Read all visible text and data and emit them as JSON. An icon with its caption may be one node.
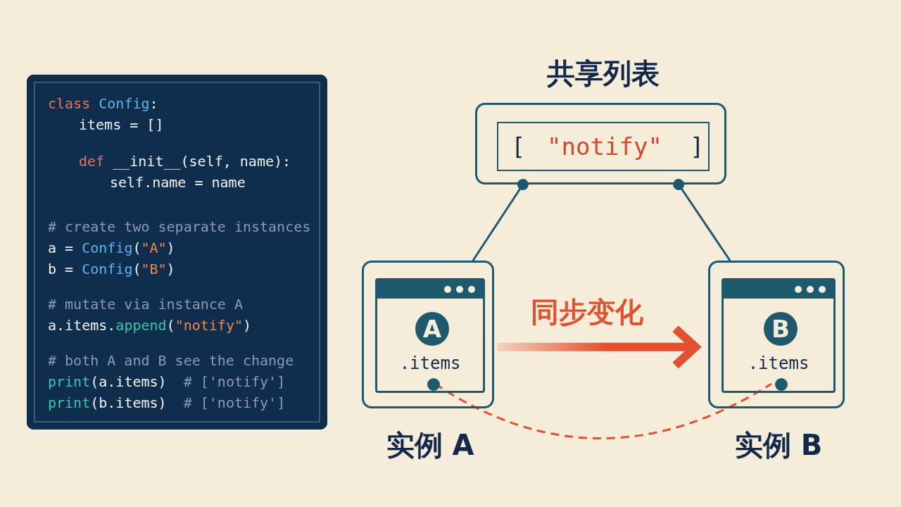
{
  "diagram": {
    "nodes": [
      {
        "text": [
          "class Config:",
          "items = []",
          "def __init__(self, name):",
          "self.name = name",
          "# create two separate instances",
          "a = Config(\"A\")",
          "b = Config(\"B\")",
          "# mutate via instance A",
          "a.items.append(\"notify\")",
          "# both A and B see the change",
          "print(a.items)  # ['notify']",
          "print(b.items)  # ['notify']"
        ]
      },
      {
        "text": [
          "共享列表"
        ]
      },
      {
        "text": [
          "[",
          "\"notify\"",
          "]"
        ],
        "in": 1
      },
      {
        "text": [
          "实例 A"
        ]
      },
      {
        "text": [
          ".items"
        ],
        "in": 3
      },
      {
        "text": [
          "A"
        ],
        "in": 4
      },
      {
        "text": [],
        "shape": "circle",
        "in": 4
      },
      {
        "text": [
          "实例 B"
        ]
      },
      {
        "text": [
          ".items"
        ],
        "in": 7
      },
      {
        "text": [
          "B"
        ],
        "in": 8
      },
      {
        "text": [],
        "shape": "circle",
        "in": 8
      }
    ],
    "edges": [
      {
        "from": 1,
        "to": 3,
        "arrow": "other"
      },
      {
        "from": 1,
        "to": 7,
        "arrow": "other"
      },
      {
        "from": 3,
        "to": 7,
        "arrow": "to",
        "label": "同步变化",
        "style": "thick",
        "color": "#e2502f"
      },
      {
        "from": 6,
        "to": 10,
        "arrow": "none",
        "style": "dashed",
        "color": "#e2502f"
      }
    ]
  }
}
